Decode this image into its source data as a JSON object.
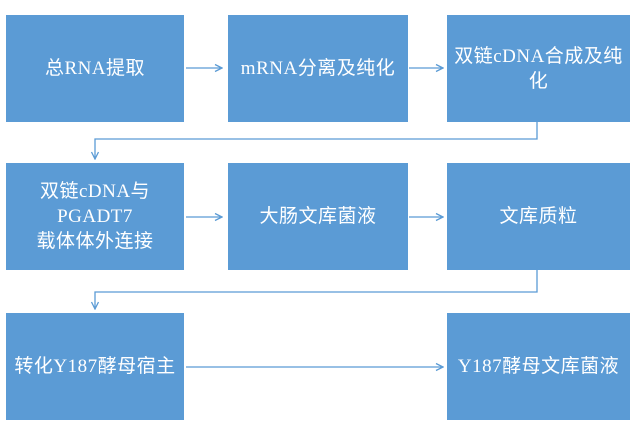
{
  "diagram": {
    "type": "flowchart",
    "accent_color": "#5B9BD5",
    "text_color": "#FFFFFF",
    "background_color": "#FFFFFF",
    "nodes": [
      {
        "id": "total-rna-extraction",
        "label": "总RNA提取"
      },
      {
        "id": "mrna-isolation-purification",
        "label": "mRNA分离及纯化"
      },
      {
        "id": "ds-cdna-synthesis-purification",
        "label": "双链cDNA合成及纯\n化"
      },
      {
        "id": "ds-cdna-pgadt7-ligation",
        "label": "双链cDNA与PGADT7\n载体体外连接"
      },
      {
        "id": "ecoli-library-culture",
        "label": "大肠文库菌液"
      },
      {
        "id": "library-plasmid",
        "label": "文库质粒"
      },
      {
        "id": "transform-y187-yeast-host",
        "label": "转化Y187酵母宿主"
      },
      {
        "id": "y187-yeast-library-culture",
        "label": "Y187酵母文库菌液"
      }
    ],
    "edges": [
      {
        "from": "total-rna-extraction",
        "to": "mrna-isolation-purification"
      },
      {
        "from": "mrna-isolation-purification",
        "to": "ds-cdna-synthesis-purification"
      },
      {
        "from": "ds-cdna-synthesis-purification",
        "to": "ds-cdna-pgadt7-ligation"
      },
      {
        "from": "ds-cdna-pgadt7-ligation",
        "to": "ecoli-library-culture"
      },
      {
        "from": "ecoli-library-culture",
        "to": "library-plasmid"
      },
      {
        "from": "library-plasmid",
        "to": "transform-y187-yeast-host"
      },
      {
        "from": "transform-y187-yeast-host",
        "to": "y187-yeast-library-culture"
      }
    ]
  }
}
